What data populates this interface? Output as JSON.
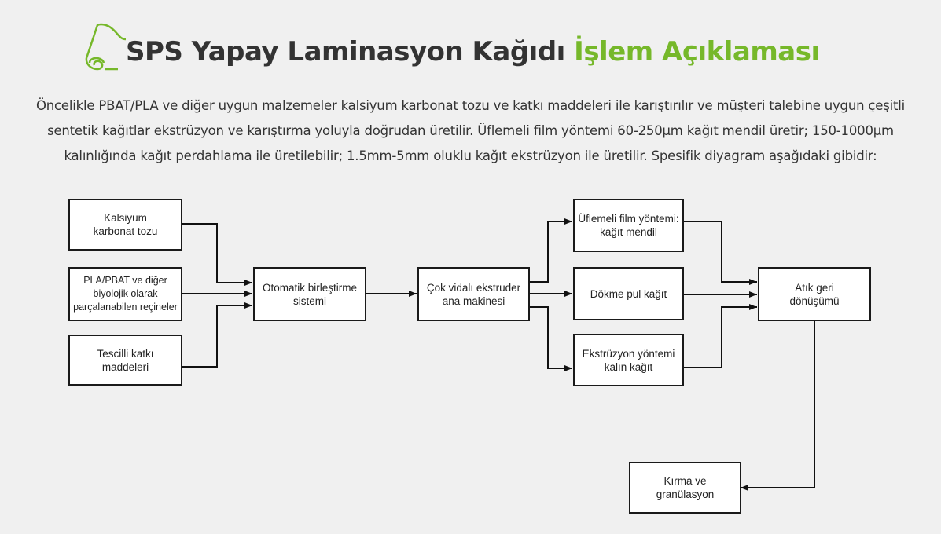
{
  "header": {
    "title_main": "SPS Yapay Laminasyon Kağıdı ",
    "title_accent": "İşlem Açıklaması",
    "accent_color": "#76b82a",
    "logo_icon": "paper-roll-icon"
  },
  "intro": {
    "lines": [
      "Öncelikle PBAT/PLA ve diğer uygun malzemeler kalsiyum karbonat tozu ve katkı maddeleri ile karıştırılır ve müşteri talebine uygun çeşitli",
      "sentetik kağıtlar ekstrüzyon ve karıştırma yoluyla doğrudan üretilir. Üflemeli film yöntemi 60-250μm kağıt mendil üretir; 150-1000μm",
      "kalınlığında kağıt perdahlama ile üretilebilir;  1.5mm-5mm oluklu kağıt ekstrüzyon ile üretilir. Spesifik diyagram aşağıdaki gibidir:"
    ]
  },
  "diagram": {
    "nodes": {
      "calcium": "Kalsiyum karbonat tozu",
      "resin": "PLA/PBAT ve diğer biyolojik olarak parçalanabilen reçineler",
      "additives": "Tescilli katkı maddeleri",
      "mixing": "Otomatik birleştirme sistemi",
      "extruder": "Çok vidalı ekstruder ana makinesi",
      "blown": "Üflemeli film yöntemi: kağıt mendil",
      "cast": "Dökme pul kağıt",
      "extrusion": "Ekstrüzyon yöntemi kalın kağıt",
      "recycle": "Atık geri dönüşümü",
      "crushing": "Kırma ve granülasyon"
    }
  }
}
